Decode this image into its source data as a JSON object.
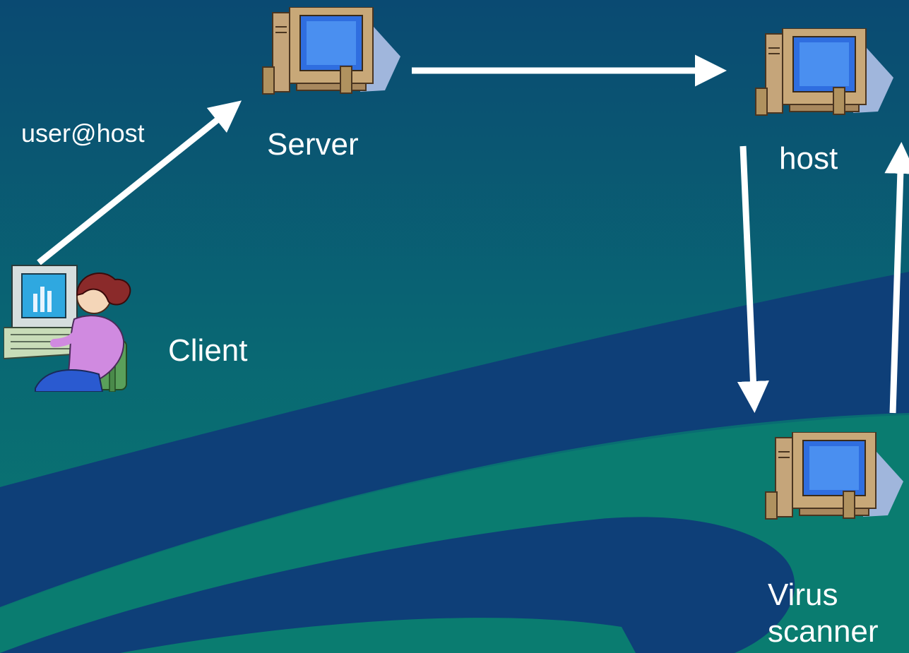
{
  "diagram": {
    "nodes": {
      "server": {
        "label": "Server",
        "icon": "desktop-computer-icon"
      },
      "host": {
        "label": "host",
        "icon": "desktop-computer-icon"
      },
      "scanner": {
        "label_line1": "Virus",
        "label_line2": "scanner",
        "icon": "desktop-computer-icon"
      },
      "client": {
        "label": "Client",
        "icon": "person-at-computer-icon"
      }
    },
    "edges": [
      {
        "from": "client",
        "to": "server",
        "label": "user@host"
      },
      {
        "from": "server",
        "to": "host"
      },
      {
        "from": "host",
        "to": "scanner"
      },
      {
        "from": "scanner",
        "to": "host"
      }
    ]
  },
  "colors": {
    "background_dark": "#0a4a72",
    "background_teal": "#0a7a70",
    "band_blue": "#0e3f78",
    "arrow": "#ffffff",
    "monitor_screen": "#2f6ee0",
    "monitor_case": "#c8a878"
  }
}
